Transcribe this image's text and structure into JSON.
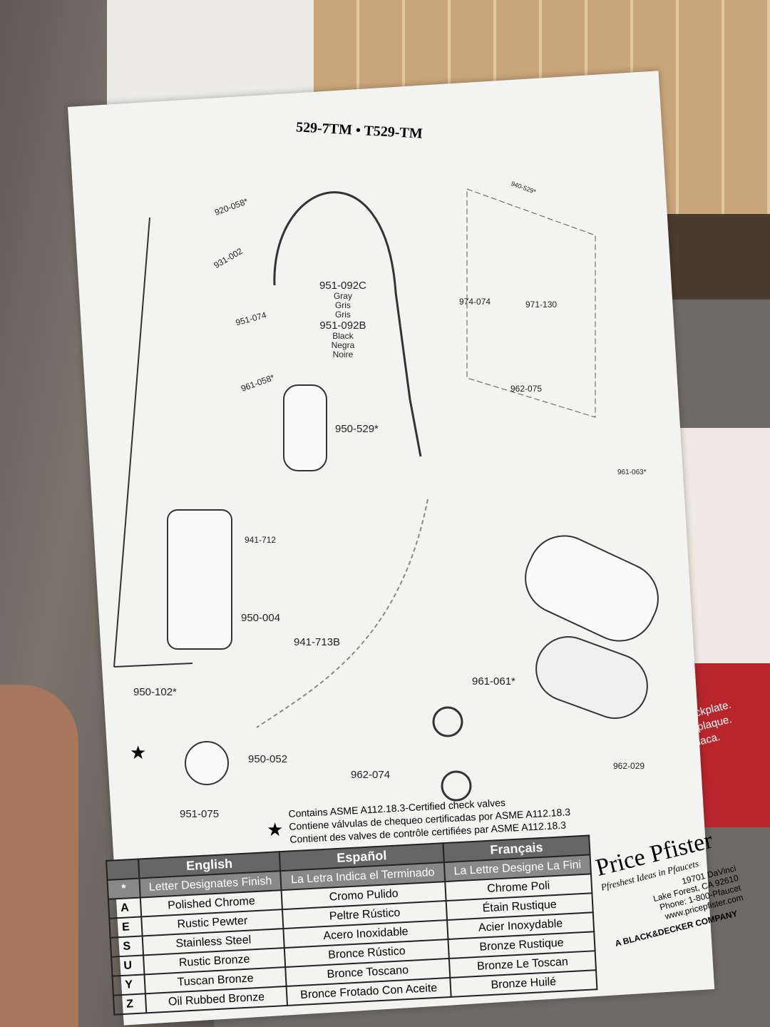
{
  "document": {
    "title": "529-7TM • T529-TM",
    "parts": {
      "p920_058": "920-058*",
      "p931_002": "931-002",
      "p951_074": "951-074",
      "p951_092c": "951-092C",
      "gray": "Gray",
      "gris1": "Gris",
      "gris2": "Gris",
      "p951_092b": "951-092B",
      "black": "Black",
      "negra": "Negra",
      "noire": "Noire",
      "p940_529": "940-529*",
      "p974_074": "974-074",
      "p971_130": "971-130",
      "p961_058": "961-058*",
      "p962_075": "962-075",
      "p950_529": "950-529*",
      "p961_063": "961-063*",
      "p941_712": "941-712",
      "p950_004": "950-004",
      "p941_713b": "941-713B",
      "p950_102": "950-102*",
      "p961_061": "961-061*",
      "p950_052": "950-052",
      "p962_074": "962-074",
      "p962_029": "962-029",
      "p951_075": "951-075"
    },
    "note": {
      "en": "Contains ASME A112.18.3-Certified check valves",
      "es": "Contiene válvulas de chequeo certificadas por ASME A112.18.3",
      "fr": "Contient des valves de contrôle certifiées par ASME A112.18.3"
    },
    "finish_table": {
      "headers": [
        "English",
        "Español",
        "Français"
      ],
      "sub": {
        "letter": "*",
        "en": "Letter Designates Finish",
        "es": "La Letra Indica el Terminado",
        "fr": "La Lettre Designe La Fini"
      },
      "rows": [
        {
          "letter": "A",
          "en": "Polished Chrome",
          "es": "Cromo Pulido",
          "fr": "Chrome Poli"
        },
        {
          "letter": "E",
          "en": "Rustic Pewter",
          "es": "Peltre Rústico",
          "fr": "Étain Rustique"
        },
        {
          "letter": "S",
          "en": "Stainless Steel",
          "es": "Acero Inoxidable",
          "fr": "Acier Inoxydable"
        },
        {
          "letter": "U",
          "en": "Rustic Bronze",
          "es": "Bronce Rústico",
          "fr": "Bronze Rustique"
        },
        {
          "letter": "Y",
          "en": "Tuscan Bronze",
          "es": "Bronce Toscano",
          "fr": "Bronze Le Toscan"
        },
        {
          "letter": "Z",
          "en": "Oil Rubbed Bronze",
          "es": "Bronce Frotado Con Aceite",
          "fr": "Bronze Huilé"
        }
      ]
    },
    "brand": {
      "name": "Price Pfister",
      "tagline": "Pfreshest Ideas in Pfaucets",
      "address": "19701 DaVinci",
      "city": "Lake Forest, CA 92610",
      "phone": "Phone: 1-800-Pfaucet",
      "web": "www.pricepfister.com",
      "company": "A BLACK&DECKER COMPANY"
    }
  },
  "box_text": [
    "hout deckplate.",
    "u sans plaque.",
    "o sin placa."
  ]
}
